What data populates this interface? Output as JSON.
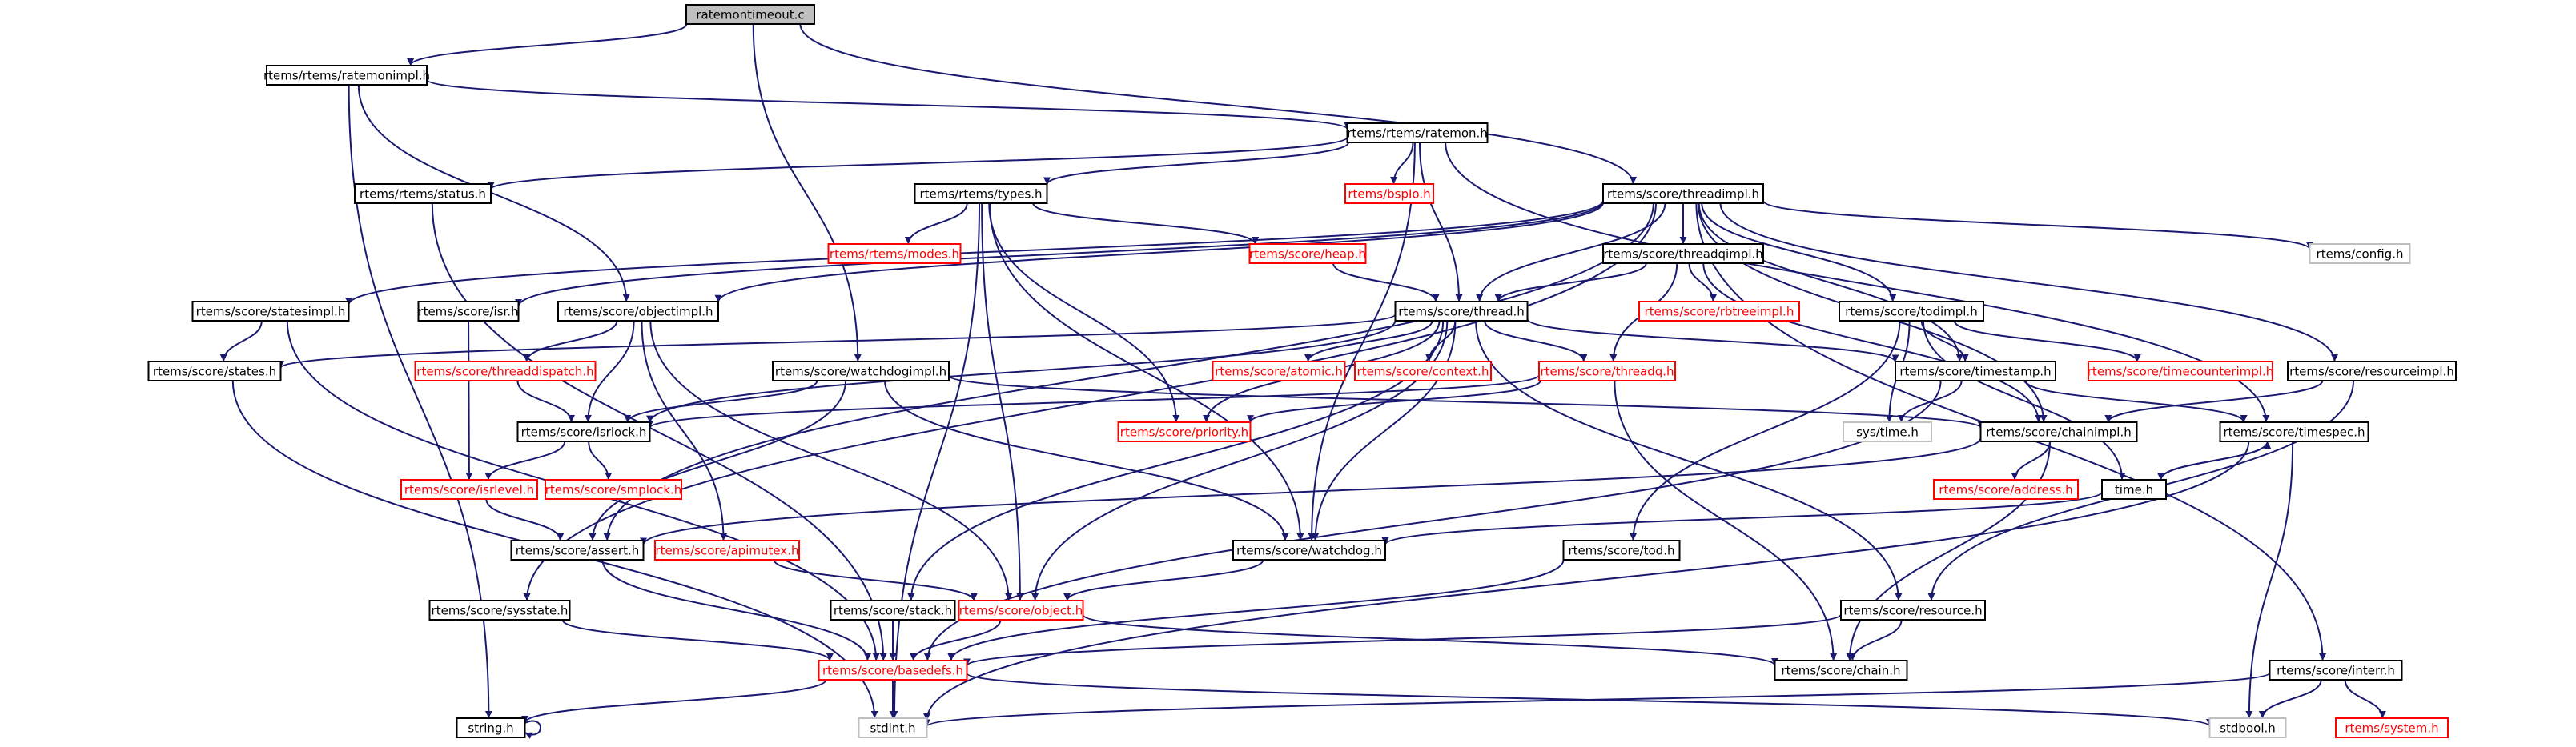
{
  "colors": {
    "edge": "#191970",
    "border_normal": "#000000",
    "border_missing": "#bfbfbf",
    "border_red": "#ff0000",
    "fill_root": "#bfbfbf",
    "fill_normal": "#ffffff",
    "text_normal": "#000000",
    "text_red": "#ff0000"
  },
  "nodes": [
    {
      "id": "ratemontimeout_c",
      "label": "ratemontimeout.c",
      "style": "root"
    },
    {
      "id": "ratemonimpl_h",
      "label": "rtems/rtems/ratemonimpl.h",
      "style": "normal"
    },
    {
      "id": "ratemon_h",
      "label": "rtems/rtems/ratemon.h",
      "style": "normal"
    },
    {
      "id": "status_h",
      "label": "rtems/rtems/status.h",
      "style": "normal"
    },
    {
      "id": "types_h",
      "label": "rtems/rtems/types.h",
      "style": "normal"
    },
    {
      "id": "bspio_h",
      "label": "rtems/bspIo.h",
      "style": "red"
    },
    {
      "id": "threadimpl_h",
      "label": "rtems/score/threadimpl.h",
      "style": "normal"
    },
    {
      "id": "modes_h",
      "label": "rtems/rtems/modes.h",
      "style": "red"
    },
    {
      "id": "heap_h",
      "label": "rtems/score/heap.h",
      "style": "red"
    },
    {
      "id": "threadqimpl_h",
      "label": "rtems/score/threadqimpl.h",
      "style": "normal"
    },
    {
      "id": "config_h",
      "label": "rtems/config.h",
      "style": "missing"
    },
    {
      "id": "statesimpl_h",
      "label": "rtems/score/statesimpl.h",
      "style": "normal"
    },
    {
      "id": "isr_h",
      "label": "rtems/score/isr.h",
      "style": "normal"
    },
    {
      "id": "objectimpl_h",
      "label": "rtems/score/objectimpl.h",
      "style": "normal"
    },
    {
      "id": "thread_h",
      "label": "rtems/score/thread.h",
      "style": "normal"
    },
    {
      "id": "rbtreeimpl_h",
      "label": "rtems/score/rbtreeimpl.h",
      "style": "red"
    },
    {
      "id": "todimpl_h",
      "label": "rtems/score/todimpl.h",
      "style": "normal"
    },
    {
      "id": "states_h",
      "label": "rtems/score/states.h",
      "style": "normal"
    },
    {
      "id": "threaddispatch_h",
      "label": "rtems/score/threaddispatch.h",
      "style": "red"
    },
    {
      "id": "watchdogimpl_h",
      "label": "rtems/score/watchdogimpl.h",
      "style": "normal"
    },
    {
      "id": "atomic_h",
      "label": "rtems/score/atomic.h",
      "style": "red"
    },
    {
      "id": "context_h",
      "label": "rtems/score/context.h",
      "style": "red"
    },
    {
      "id": "threadq_h",
      "label": "rtems/score/threadq.h",
      "style": "red"
    },
    {
      "id": "timestamp_h",
      "label": "rtems/score/timestamp.h",
      "style": "normal"
    },
    {
      "id": "timecounterimpl_h",
      "label": "rtems/score/timecounterimpl.h",
      "style": "red"
    },
    {
      "id": "resourceimpl_h",
      "label": "rtems/score/resourceimpl.h",
      "style": "normal"
    },
    {
      "id": "isrlock_h",
      "label": "rtems/score/isrlock.h",
      "style": "normal"
    },
    {
      "id": "priority_h",
      "label": "rtems/score/priority.h",
      "style": "red"
    },
    {
      "id": "systime_h",
      "label": "sys/time.h",
      "style": "missing"
    },
    {
      "id": "chainimpl_h",
      "label": "rtems/score/chainimpl.h",
      "style": "normal"
    },
    {
      "id": "timespec_h",
      "label": "rtems/score/timespec.h",
      "style": "normal"
    },
    {
      "id": "isrlevel_h",
      "label": "rtems/score/isrlevel.h",
      "style": "red"
    },
    {
      "id": "smplock_h",
      "label": "rtems/score/smplock.h",
      "style": "red"
    },
    {
      "id": "address_h",
      "label": "rtems/score/address.h",
      "style": "red"
    },
    {
      "id": "time_h",
      "label": "time.h",
      "style": "normal"
    },
    {
      "id": "assert_h",
      "label": "rtems/score/assert.h",
      "style": "normal"
    },
    {
      "id": "apimutex_h",
      "label": "rtems/score/apimutex.h",
      "style": "red"
    },
    {
      "id": "watchdog_h",
      "label": "rtems/score/watchdog.h",
      "style": "normal"
    },
    {
      "id": "tod_h",
      "label": "rtems/score/tod.h",
      "style": "normal"
    },
    {
      "id": "sysstate_h",
      "label": "rtems/score/sysstate.h",
      "style": "normal"
    },
    {
      "id": "stack_h",
      "label": "rtems/score/stack.h",
      "style": "normal"
    },
    {
      "id": "object_h",
      "label": "rtems/score/object.h",
      "style": "red"
    },
    {
      "id": "resource_h",
      "label": "rtems/score/resource.h",
      "style": "normal"
    },
    {
      "id": "basedefs_h",
      "label": "rtems/score/basedefs.h",
      "style": "red"
    },
    {
      "id": "chain_h",
      "label": "rtems/score/chain.h",
      "style": "normal"
    },
    {
      "id": "inter_h",
      "label": "rtems/score/interr.h",
      "style": "normal"
    },
    {
      "id": "string_h",
      "label": "string.h",
      "style": "normal"
    },
    {
      "id": "stdint_h",
      "label": "stdint.h",
      "style": "missing"
    },
    {
      "id": "stdbool_h",
      "label": "stdbool.h",
      "style": "missing"
    },
    {
      "id": "system_h",
      "label": "rtems/system.h",
      "style": "red"
    }
  ],
  "edges": [
    [
      "ratemontimeout_c",
      "ratemonimpl_h"
    ],
    [
      "ratemontimeout_c",
      "threadimpl_h"
    ],
    [
      "ratemontimeout_c",
      "watchdogimpl_h"
    ],
    [
      "ratemonimpl_h",
      "ratemon_h"
    ],
    [
      "ratemonimpl_h",
      "objectimpl_h"
    ],
    [
      "ratemonimpl_h",
      "string_h"
    ],
    [
      "ratemon_h",
      "status_h"
    ],
    [
      "ratemon_h",
      "types_h"
    ],
    [
      "ratemon_h",
      "bspio_h"
    ],
    [
      "ratemon_h",
      "thread_h"
    ],
    [
      "ratemon_h",
      "watchdog_h"
    ],
    [
      "ratemon_h",
      "timespec_h"
    ],
    [
      "status_h",
      "basedefs_h"
    ],
    [
      "types_h",
      "modes_h"
    ],
    [
      "types_h",
      "heap_h"
    ],
    [
      "types_h",
      "object_h"
    ],
    [
      "types_h",
      "priority_h"
    ],
    [
      "types_h",
      "watchdog_h"
    ],
    [
      "types_h",
      "stdint_h"
    ],
    [
      "threadimpl_h",
      "thread_h"
    ],
    [
      "threadimpl_h",
      "threadqimpl_h"
    ],
    [
      "threadimpl_h",
      "config_h"
    ],
    [
      "threadimpl_h",
      "statesimpl_h"
    ],
    [
      "threadimpl_h",
      "isr_h"
    ],
    [
      "threadimpl_h",
      "objectimpl_h"
    ],
    [
      "threadimpl_h",
      "todimpl_h"
    ],
    [
      "threadimpl_h",
      "resourceimpl_h"
    ],
    [
      "threadimpl_h",
      "chainimpl_h"
    ],
    [
      "threadimpl_h",
      "assert_h"
    ],
    [
      "threadimpl_h",
      "sysstate_h"
    ],
    [
      "threadimpl_h",
      "timestamp_h"
    ],
    [
      "threadimpl_h",
      "inter_h"
    ],
    [
      "heap_h",
      "thread_h"
    ],
    [
      "threadqimpl_h",
      "thread_h"
    ],
    [
      "threadqimpl_h",
      "rbtreeimpl_h"
    ],
    [
      "threadqimpl_h",
      "threadq_h"
    ],
    [
      "threadqimpl_h",
      "chainimpl_h"
    ],
    [
      "statesimpl_h",
      "states_h"
    ],
    [
      "statesimpl_h",
      "basedefs_h"
    ],
    [
      "isr_h",
      "isrlevel_h"
    ],
    [
      "objectimpl_h",
      "threaddispatch_h"
    ],
    [
      "objectimpl_h",
      "isrlock_h"
    ],
    [
      "objectimpl_h",
      "apimutex_h"
    ],
    [
      "objectimpl_h",
      "object_h"
    ],
    [
      "thread_h",
      "states_h"
    ],
    [
      "thread_h",
      "atomic_h"
    ],
    [
      "thread_h",
      "context_h"
    ],
    [
      "thread_h",
      "threadq_h"
    ],
    [
      "thread_h",
      "timestamp_h"
    ],
    [
      "thread_h",
      "isrlock_h"
    ],
    [
      "thread_h",
      "priority_h"
    ],
    [
      "thread_h",
      "resource_h"
    ],
    [
      "thread_h",
      "watchdog_h"
    ],
    [
      "thread_h",
      "stack_h"
    ],
    [
      "thread_h",
      "object_h"
    ],
    [
      "todimpl_h",
      "timestamp_h"
    ],
    [
      "todimpl_h",
      "timecounterimpl_h"
    ],
    [
      "todimpl_h",
      "systime_h"
    ],
    [
      "todimpl_h",
      "time_h"
    ],
    [
      "todimpl_h",
      "tod_h"
    ],
    [
      "states_h",
      "stdint_h"
    ],
    [
      "threaddispatch_h",
      "isrlock_h"
    ],
    [
      "watchdogimpl_h",
      "isrlock_h"
    ],
    [
      "watchdogimpl_h",
      "chainimpl_h"
    ],
    [
      "watchdogimpl_h",
      "assert_h"
    ],
    [
      "watchdogimpl_h",
      "watchdog_h"
    ],
    [
      "threadq_h",
      "isrlock_h"
    ],
    [
      "threadq_h",
      "priority_h"
    ],
    [
      "threadq_h",
      "chain_h"
    ],
    [
      "timestamp_h",
      "systime_h"
    ],
    [
      "timestamp_h",
      "timespec_h"
    ],
    [
      "timestamp_h",
      "basedefs_h"
    ],
    [
      "resourceimpl_h",
      "chainimpl_h"
    ],
    [
      "resourceimpl_h",
      "resource_h"
    ],
    [
      "isrlock_h",
      "isrlevel_h"
    ],
    [
      "isrlock_h",
      "smplock_h"
    ],
    [
      "chainimpl_h",
      "address_h"
    ],
    [
      "chainimpl_h",
      "assert_h"
    ],
    [
      "chainimpl_h",
      "chain_h"
    ],
    [
      "timespec_h",
      "time_h"
    ],
    [
      "timespec_h",
      "stdbool_h"
    ],
    [
      "timespec_h",
      "stdint_h"
    ],
    [
      "time_h",
      "timespec_h"
    ],
    [
      "time_h",
      "watchdog_h"
    ],
    [
      "isrlevel_h",
      "assert_h"
    ],
    [
      "assert_h",
      "basedefs_h"
    ],
    [
      "apimutex_h",
      "object_h"
    ],
    [
      "watchdog_h",
      "object_h"
    ],
    [
      "tod_h",
      "basedefs_h"
    ],
    [
      "sysstate_h",
      "basedefs_h"
    ],
    [
      "stack_h",
      "basedefs_h"
    ],
    [
      "object_h",
      "basedefs_h"
    ],
    [
      "object_h",
      "chain_h"
    ],
    [
      "resource_h",
      "basedefs_h"
    ],
    [
      "resource_h",
      "chain_h"
    ],
    [
      "basedefs_h",
      "stdint_h"
    ],
    [
      "basedefs_h",
      "stdbool_h"
    ],
    [
      "basedefs_h",
      "string_h"
    ],
    [
      "string_h",
      "string_h"
    ],
    [
      "inter_h",
      "stdbool_h"
    ],
    [
      "inter_h",
      "system_h"
    ],
    [
      "inter_h",
      "stdint_h"
    ]
  ]
}
